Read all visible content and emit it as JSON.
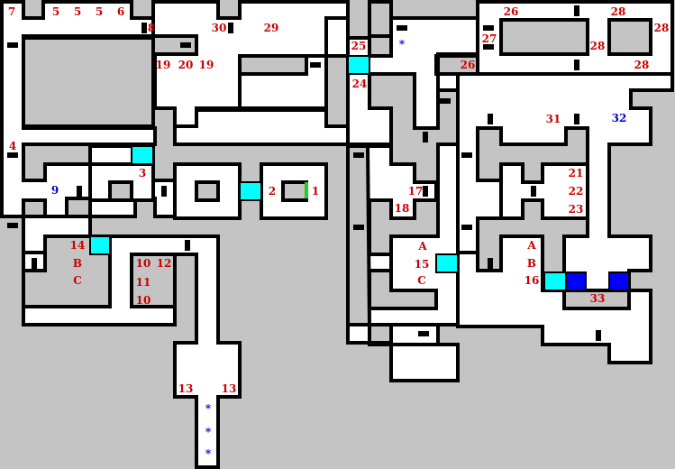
{
  "map": {
    "colors": {
      "background": "#c4c4c4",
      "floor": "#ffffff",
      "wall": "#000000",
      "label": "#cc0000",
      "special_label": "#0000cc",
      "water": "#00ffff",
      "pit": "#0000ff",
      "secret": "#22cc22"
    },
    "labels": [
      {
        "id": "r7",
        "text": "7",
        "color": "red"
      },
      {
        "id": "r5a",
        "text": "5",
        "color": "red"
      },
      {
        "id": "r5b",
        "text": "5",
        "color": "red"
      },
      {
        "id": "r5c",
        "text": "5",
        "color": "red"
      },
      {
        "id": "r6",
        "text": "6",
        "color": "red"
      },
      {
        "id": "r8",
        "text": "8",
        "color": "red"
      },
      {
        "id": "r30",
        "text": "30",
        "color": "red"
      },
      {
        "id": "r29",
        "text": "29",
        "color": "red"
      },
      {
        "id": "r25",
        "text": "25",
        "color": "red"
      },
      {
        "id": "star-top",
        "text": "*",
        "color": "blue"
      },
      {
        "id": "r26a",
        "text": "26",
        "color": "red"
      },
      {
        "id": "r27",
        "text": "27",
        "color": "red"
      },
      {
        "id": "r28a",
        "text": "28",
        "color": "red"
      },
      {
        "id": "r28b",
        "text": "28",
        "color": "red"
      },
      {
        "id": "r28c",
        "text": "28",
        "color": "red"
      },
      {
        "id": "r26b",
        "text": "26",
        "color": "red"
      },
      {
        "id": "r28d",
        "text": "28",
        "color": "red"
      },
      {
        "id": "r19a",
        "text": "19",
        "color": "red"
      },
      {
        "id": "r20",
        "text": "20",
        "color": "red"
      },
      {
        "id": "r19b",
        "text": "19",
        "color": "red"
      },
      {
        "id": "r24",
        "text": "24",
        "color": "red"
      },
      {
        "id": "r31",
        "text": "31",
        "color": "red"
      },
      {
        "id": "r32",
        "text": "32",
        "color": "blue"
      },
      {
        "id": "r4",
        "text": "4",
        "color": "red"
      },
      {
        "id": "r3",
        "text": "3",
        "color": "red"
      },
      {
        "id": "r9",
        "text": "9",
        "color": "blue"
      },
      {
        "id": "r2",
        "text": "2",
        "color": "red"
      },
      {
        "id": "r1",
        "text": "1",
        "color": "red"
      },
      {
        "id": "r17",
        "text": "17",
        "color": "red"
      },
      {
        "id": "r18",
        "text": "18",
        "color": "red"
      },
      {
        "id": "r21",
        "text": "21",
        "color": "red"
      },
      {
        "id": "r22",
        "text": "22",
        "color": "red"
      },
      {
        "id": "r23",
        "text": "23",
        "color": "red"
      },
      {
        "id": "r14",
        "text": "14",
        "color": "red"
      },
      {
        "id": "rB1",
        "text": "B",
        "color": "red"
      },
      {
        "id": "rC1",
        "text": "C",
        "color": "red"
      },
      {
        "id": "r10a",
        "text": "10",
        "color": "red"
      },
      {
        "id": "r12",
        "text": "12",
        "color": "red"
      },
      {
        "id": "r11",
        "text": "11",
        "color": "red"
      },
      {
        "id": "r10b",
        "text": "10",
        "color": "red"
      },
      {
        "id": "rA2",
        "text": "A",
        "color": "red"
      },
      {
        "id": "r15",
        "text": "15",
        "color": "red"
      },
      {
        "id": "rC2",
        "text": "C",
        "color": "red"
      },
      {
        "id": "rA3",
        "text": "A",
        "color": "red"
      },
      {
        "id": "rB3",
        "text": "B",
        "color": "red"
      },
      {
        "id": "r16",
        "text": "16",
        "color": "red"
      },
      {
        "id": "r33",
        "text": "33",
        "color": "red"
      },
      {
        "id": "r13a",
        "text": "13",
        "color": "red"
      },
      {
        "id": "r13b",
        "text": "13",
        "color": "red"
      },
      {
        "id": "star-1",
        "text": "*",
        "color": "blue"
      },
      {
        "id": "star-2",
        "text": "*",
        "color": "blue"
      },
      {
        "id": "star-3",
        "text": "*",
        "color": "blue"
      }
    ]
  }
}
